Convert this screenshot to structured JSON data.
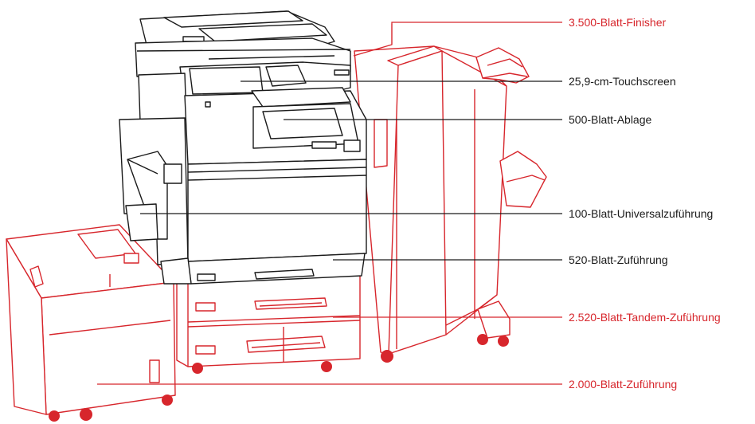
{
  "labels": {
    "finisher": "3.500-Blatt-Finisher",
    "touchscreen": "25,9-cm-Touchscreen",
    "output_tray": "500-Blatt-Ablage",
    "bypass": "100-Blatt-Universalzuführung",
    "tray_520": "520-Blatt-Zuführung",
    "tandem": "2.520-Blatt-Tandem-Zuführung",
    "hcf": "2.000-Blatt-Zuführung"
  },
  "colors": {
    "base_unit_outline": "#1a1a1a",
    "option_outline": "#d7262c",
    "base_label": "#1a1a1a",
    "option_label": "#d7262c"
  }
}
